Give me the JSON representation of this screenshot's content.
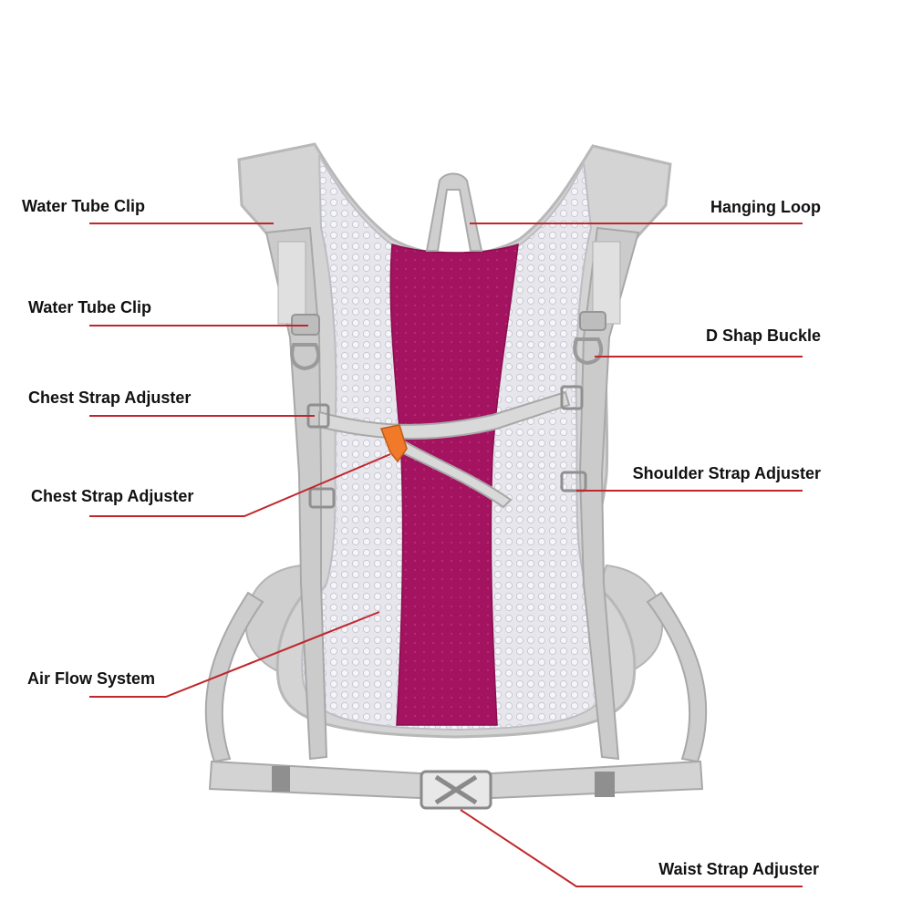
{
  "colors": {
    "pack_grey": "#d6d6d6",
    "pack_edge": "#b9b9b9",
    "mesh": "#e4e4ea",
    "panel": "#a3135f",
    "leader": "#c0272d",
    "toggle": "#f07a2a"
  },
  "labels": {
    "water_tube_clip_upper": "Water Tube Clip",
    "water_tube_clip_lower": "Water Tube Clip",
    "chest_strap_adjuster_upper": "Chest Strap Adjuster",
    "chest_strap_adjuster_lower": "Chest Strap Adjuster",
    "air_flow_system": "Air Flow System",
    "hanging_loop": "Hanging Loop",
    "d_shap_buckle": "D Shap Buckle",
    "shoulder_strap_adjuster": "Shoulder Strap Adjuster",
    "waist_strap_adjuster": "Waist Strap Adjuster"
  }
}
